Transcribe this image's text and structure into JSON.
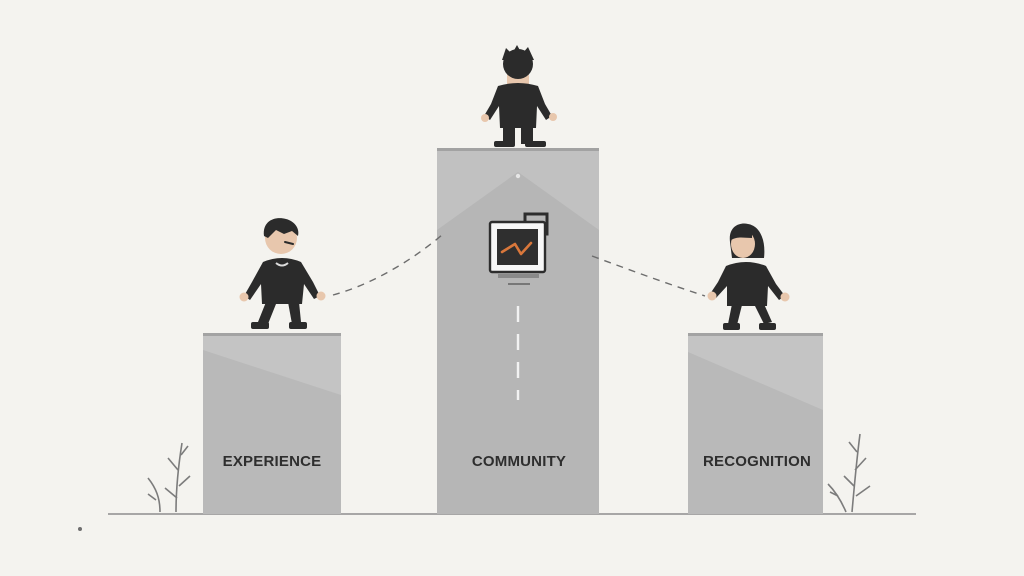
{
  "pillars": {
    "left": {
      "label": "EXPERIENCE"
    },
    "center": {
      "label": "COMMUNITY"
    },
    "right": {
      "label": "RECOGNITION"
    }
  },
  "colors": {
    "background": "#f4f3ef",
    "pillar": "#b9b9b9",
    "pillar_shade": "#a9a9a9",
    "figure": "#2b2b2b",
    "accent": "#d9773b"
  },
  "icons": [
    "person-figure",
    "badge-icon",
    "plant-sprig"
  ]
}
